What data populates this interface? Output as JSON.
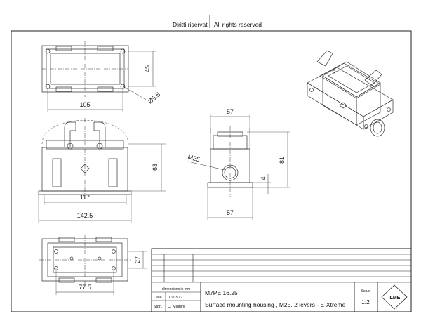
{
  "header": {
    "left": "Diritti riservati",
    "right": "All rights reserved"
  },
  "dimensions": {
    "top_height": "45",
    "top_hole": "Ø5.5",
    "top_width": "105",
    "front_height": "63",
    "front_inner": "117",
    "front_outer": "142.5",
    "side_top": "57",
    "side_thread": "M25",
    "side_small": "4",
    "side_height": "81",
    "side_bottom": "57",
    "bottom_height": "27",
    "bottom_width": "77.5"
  },
  "title_block": {
    "units_label": "dimensions in mm",
    "date_label": "Date",
    "date_value": "07/03/17",
    "sign_label": "Sign.",
    "sign_value": "C. Mainini",
    "part_code": "M7PE 16.25",
    "description": "Surface mounting housing , M25. 2 levers - E-Xtreme",
    "scale_label": "Scale",
    "scale_value": "1:2",
    "logo_text": "ILME"
  }
}
